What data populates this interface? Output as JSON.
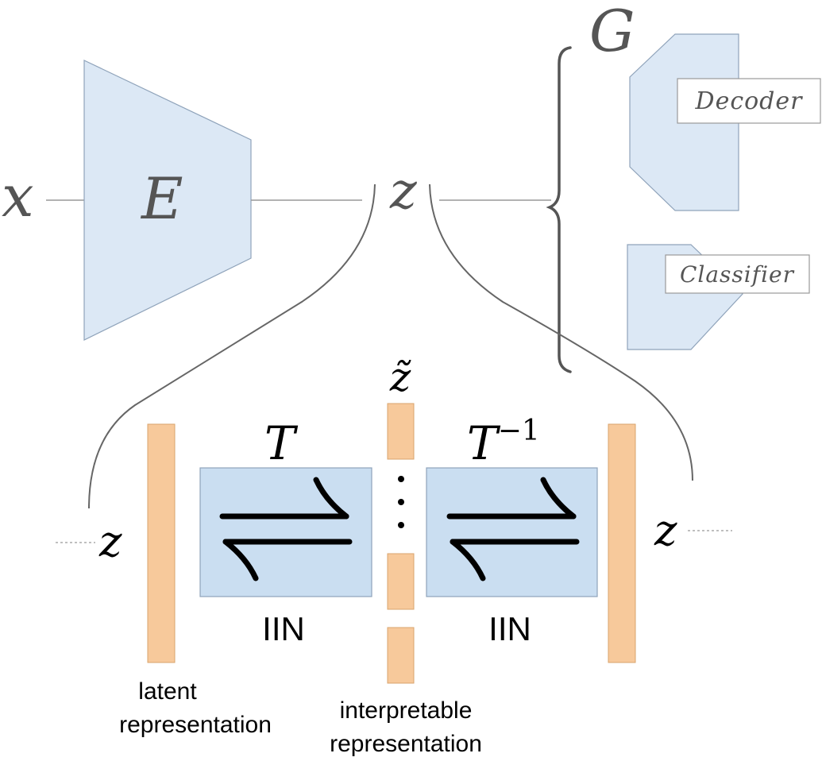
{
  "top": {
    "input_symbol": "x",
    "encoder_label": "E",
    "latent_symbol": "z",
    "generator_label": "G",
    "decoder_label": "Decoder",
    "classifier_label": "Classifier"
  },
  "bottom": {
    "z_left": "z",
    "z_right": "z",
    "z_tilde": "z̃",
    "t_label": "T",
    "t_inv_base": "T",
    "t_inv_exp": "−1",
    "iin_left": "IIN",
    "iin_right": "IIN",
    "latent_caption_1": "latent",
    "latent_caption_2": "representation",
    "interp_caption_1": "interpretable",
    "interp_caption_2": "representation"
  },
  "colors": {
    "network_fill": "#dce8f5",
    "network_stroke": "#8fa3ba",
    "iin_fill": "#cadef1",
    "repr_fill": "#f7c99b",
    "repr_stroke": "#d9a46e",
    "text_dark": "#555555",
    "arrow_black": "#000000"
  }
}
